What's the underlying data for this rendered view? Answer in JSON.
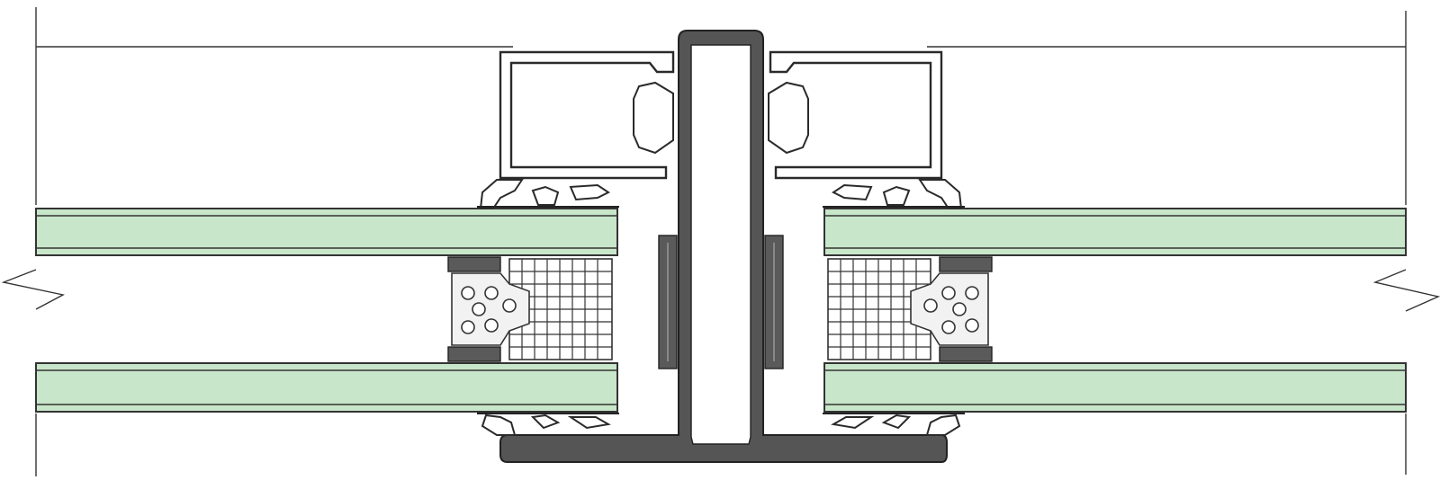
{
  "diagram": {
    "type": "curtain-wall-mullion-section",
    "colors": {
      "glass": "#c8e6c9",
      "line": "#222222",
      "metal_dark": "#555555",
      "gasket": "#5a5a5a",
      "background": "#ffffff"
    },
    "parts": [
      "left-double-glazing-unit",
      "right-double-glazing-unit",
      "central-t-mullion",
      "left-pressure-plate-frame",
      "right-pressure-plate-frame",
      "structural-silicone-gaskets",
      "insulating-spacers",
      "edge-seals",
      "break-lines"
    ]
  }
}
